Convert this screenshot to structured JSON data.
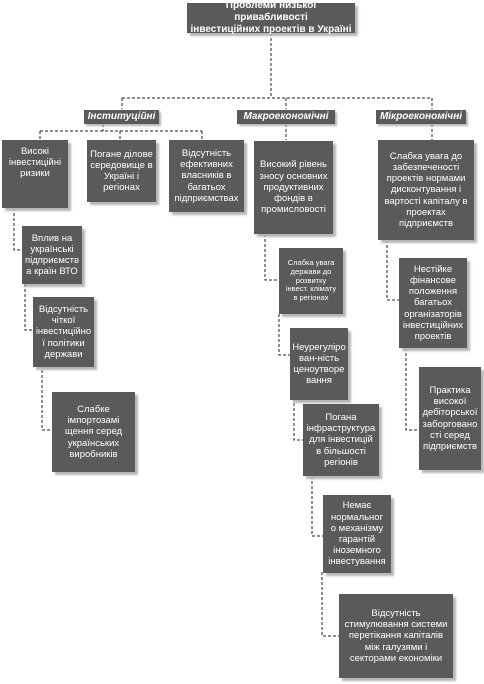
{
  "title": "Проблеми низької привабливості\nінвестиційних проектів в Україні",
  "categories": {
    "institutional": "Інституційні",
    "macroeconomic": "Макроекономічні",
    "microeconomic": "Мікроекономічні"
  },
  "institutional": {
    "high_risks": "Високі\nінвестиційні\nризики",
    "business_env": "Погане ділове\nсередовище в\nУкраїні і\nрегіонах",
    "no_owners": "Відсутність\nефективних\nвласників в\nбагатьох\nпідприємствах",
    "wto": "Вплив на\nукраїнські\nпідприємств\nа країн ВТО",
    "no_policy": "Відсутність\nчіткої\nінвестиційно\nї політики\nдержави",
    "weak_import": "Слабке\nімпортозамі\nщення серед\nукраїнських\nвиробників"
  },
  "macroeconomic": {
    "wear": "Високий рівень\nзносу основних\nпродуктивних\nфондів в\nпромисловості",
    "state_attention": "Слабка увага\nдержави до\nрозвитку\nінвест. клімату\nв регіонах",
    "pricing": "Неурегуліро\nван-ність\nценоутворе\nвання",
    "infrastructure": "Погана\nінфраструктура\nдля інвестицій\nв більшості\nрегіонів",
    "guarantees": "Немає\nнормальног\nо механізму\nгарантій\nіноземного\nінвестування",
    "capital_flow": "Відсутність\nстимулювання системи\nперетікання капіталів\nміж галузями і\nсекторами економіки"
  },
  "microeconomic": {
    "discount": "Слабка увага до\nзабезпеченості\nпроектів нормами\nдисконтування і\nвартості капіталу в\nпроектах\nпідприємств",
    "finance": "Нестійке\nфінансове\nположення\nбагатьох\nорганізаторів\nінвестиційних\nпроектів",
    "receivables": "Практика\nвисокої\nдебіторської\nзаборговано\nсті серед\nпідприємств"
  }
}
